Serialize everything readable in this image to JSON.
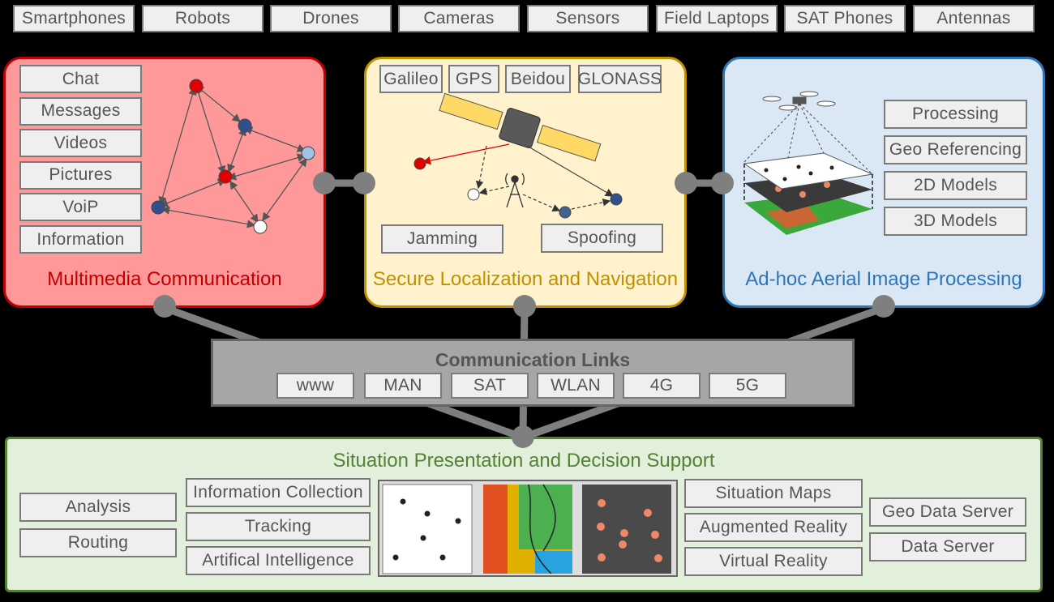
{
  "devices": [
    "Smartphones",
    "Robots",
    "Drones",
    "Cameras",
    "Sensors",
    "Field Laptops",
    "SAT Phones",
    "Antennas"
  ],
  "multimedia": {
    "title": "Multimedia Communication",
    "items": [
      "Chat",
      "Messages",
      "Videos",
      "Pictures",
      "VoiP",
      "Information"
    ]
  },
  "localization": {
    "title": "Secure Localization and Navigation",
    "gnss": [
      "Galileo",
      "GPS",
      "Beidou",
      "GLONASS"
    ],
    "threats": [
      "Jamming",
      "Spoofing"
    ]
  },
  "aerial": {
    "title": "Ad-hoc Aerial Image Processing",
    "items": [
      "Processing",
      "Geo Referencing",
      "2D Models",
      "3D Models"
    ]
  },
  "links": {
    "title": "Communication Links",
    "items": [
      "www",
      "MAN",
      "SAT",
      "WLAN",
      "4G",
      "5G"
    ]
  },
  "situation": {
    "title": "Situation Presentation and Decision Support",
    "left": [
      "Analysis",
      "Routing"
    ],
    "middle": [
      "Information Collection",
      "Tracking",
      "Artifical Intelligence"
    ],
    "right": [
      "Situation Maps",
      "Augmented Reality",
      "Virtual Reality"
    ],
    "servers": [
      "Geo Data Server",
      "Data Server"
    ]
  },
  "colors": {
    "multimedia_fill": "#ff9999",
    "multimedia_border": "#c00000",
    "multimedia_text": "#c00000",
    "localization_fill": "#fff2cc",
    "localization_border": "#bf9000",
    "localization_text": "#bf9000",
    "aerial_fill": "#dae8f6",
    "aerial_border": "#2e75b6",
    "aerial_text": "#2e75b6",
    "links_fill": "#a6a6a6",
    "situation_fill": "#e2efda",
    "situation_border": "#548235",
    "situation_text": "#548235",
    "connector": "#7f7f7f"
  }
}
